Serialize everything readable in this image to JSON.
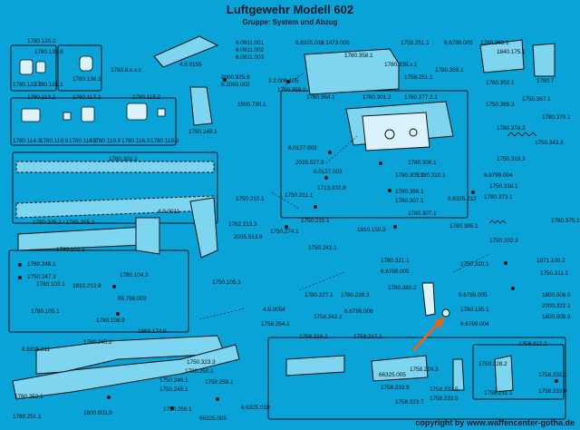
{
  "header": {
    "title": "Luftgewehr Modell 602",
    "subtitle": "Gruppe: System und Abzug"
  },
  "footer": {
    "copyright": "copyright by www.waffencenter-gotha.de"
  },
  "colors": {
    "background": "#0aa3d8",
    "ink": "#111111",
    "arrow": "#e8641e"
  },
  "parts": {
    "p1780_120_2": "1780.120.2",
    "p1780_133_9": "1780.133.9",
    "p1780_122_1": "1780.122.1",
    "p1780_121_1": "1780.121.1",
    "p1780_136_1": "1780.136.1",
    "p1780_8xxx": "1780.8.x.x.x",
    "p4_9_0155": "4.9.0155",
    "p6_0911_001": "6.0911.001",
    "p6_0911_002": "6.0911.002",
    "p6_0911_003": "6.0911.003",
    "p2000_925_9": "2000.925.9",
    "p6_2093_002": "6.2093.002",
    "p1780_249_1": "1780.249.1",
    "p1500_730_1": "1500.730.1",
    "p6_6325_012a": "6.6325.012",
    "p6_1473_009": "6.1473.009",
    "p1780_358_1": "1780.358.1",
    "p3_2_006_105": "3.2.006.105",
    "p1750_359_1": "1750.359.1",
    "p1780_364_1": "1780.364.1",
    "p1758_251_1a": "1758.251.1",
    "p1780_339_x_1": "1780.339.x.1",
    "p1758_251_1b": "1758.251.1",
    "p6_6799_005a": "6.6799.005",
    "p1780_359_1": "1780.359.1",
    "p1780_363_1": "1780.363.1",
    "p1840_175_1": "1840.175.1",
    "p1780_352_1": "1780.352.1",
    "p1780_7": "1780.7",
    "p1780_113_2": "1780.113.2",
    "p1780_117_2": "1780.117.2",
    "p1780_115_2": "1780.115.2",
    "p1780_114_3": "1780.114.3",
    "p1780_119_9a": "1780.119.9",
    "p1780_118_1": "1780.118.1",
    "p1780_119_9b": "1780.119.9",
    "p1780_116_3": "1780.116.3",
    "p1780_119_9c": "1780.119.9",
    "p1780_301_2": "1780.301.2",
    "p1780_377_2_1": "1780.377.2.1",
    "p1750_369_3": "1750.369.3",
    "p1750_367_1": "1750.367.1",
    "p1780_379_1": "1780.379.1",
    "p1780_378_3": "1780.378.3",
    "p1750_343_3": "1750.343.3",
    "p1780_202_2": "1780.202.2",
    "p6_0127_003a": "6.0127.003",
    "p2035_527_9": "2035.527.9",
    "p6_0127_003b": "6.0127.003",
    "p1780_306_1": "1780.306.1",
    "p1780_310_1": "1780.310.1",
    "p1780_305_1": "1780.305.1",
    "p1780_386_1": "1780.386.1",
    "p1780_307_1a": "1780.307.1",
    "p1780_307_1b": "1780.307.1",
    "p1750_319_3": "1750.319.3",
    "p6_6799_004a": "6.6799.004",
    "p1750_338_1": "1750.338.1",
    "p1780_373_1": "1780.373.1",
    "p6_6325_012b": "6.6325.012",
    "p1780_375_1": "1780.375.1",
    "p1780_205_2": "1780.205.2 / 1785.205.2",
    "p4_9_0011": "4.9.0011",
    "p1750_212_1": "1750.212.1",
    "p1762_213_3": "1762.213.3",
    "p2035_513_9": "2035.513.9",
    "p1750_274_1": "1750.274.1",
    "p1750_211_1": "1750.211.1",
    "p1750_215_1": "1750.215.1",
    "p1713_332_9": "1713.332.9",
    "p1810_150_3": "1810.150.3",
    "p1780_385_1": "1780.385.1",
    "p1750_332_3": "1750.332.3",
    "p1780_102_2": "1780.102.2",
    "p1780_248_1": "1780.248.1",
    "p1750_247_3": "1750.247.3",
    "p1780_103_1": "1780.103.1",
    "p1810_212_9": "1810.212.9",
    "p1780_104_3": "1780.104.3",
    "p65_798_003": "65.798.003",
    "p1780_105_1": "1780.105.1",
    "p1780_106_9": "1780.106.9",
    "p1750_105_3": "1750.105.3",
    "p1750_243_1": "1750.243.1",
    "p6_6799_005b": "6.6799.005",
    "p1780_321_1": "1780.321.1",
    "p1750_320_1": "1750.320.1",
    "p1871_130_2": "1871.130.2",
    "p1750_311_1": "1750.311.1",
    "p1780_227_1": "1780.227.1",
    "p1780_228_3": "1780.228.3",
    "p1780_380_2": "1780.380.2",
    "p6_6799_005c": "6.6799.005",
    "p1758_242_1": "1758.242.1",
    "p6_6799_006": "6.6799.006",
    "p1780_135_1": "1780.135.1",
    "p6_6799_004b": "6.6799.004",
    "p1800_508_9": "1800.508.9",
    "p2000_322_1": "2000.322.1",
    "p1800_509_9": "1800.509.9",
    "p4_9_0054": "4.9.0054",
    "p1758_254_1": "1758.254.1",
    "p1868_174_9": "1868.174.9",
    "p1780_245_2": "1780.245.2",
    "p6_6325_011": "6.6325.011",
    "p1750_323_3": "1750.323.3",
    "p1780_250_1": "1780.250.1",
    "p1758_216_2": "1758.216.2",
    "p1758_217_2": "1758.217.2",
    "p1758_227_2": "1758.227.2",
    "p1758_228_2": "1758.228.2",
    "p1758_232_1": "1758.232.1",
    "p1758_233_9": "1758.233.9",
    "p1758_231_1": "1758.231.1",
    "p66325_005": "66325.005",
    "p1758_224_3": "1758.224.3",
    "p1758_233_9b": "1758.233.9",
    "p1758_223_7": "1758.223.7",
    "p1758_232_5": "1758.232.5",
    "p1758_233_9c": "1758.233.9",
    "p1780_252_1": "1780.252.1",
    "p1750_246_1": "1750.246.1",
    "p1750_245_1": "1750.245.1",
    "p1750_259_1": "1750.259.1",
    "p1780_251_1": "1780.251.1",
    "p1600_003_9": "1600.003.9",
    "p1750_259_1b": "1750.259.1",
    "p6_6325_018": "6.6325.018",
    "p6_6325_005": "66325.005"
  }
}
